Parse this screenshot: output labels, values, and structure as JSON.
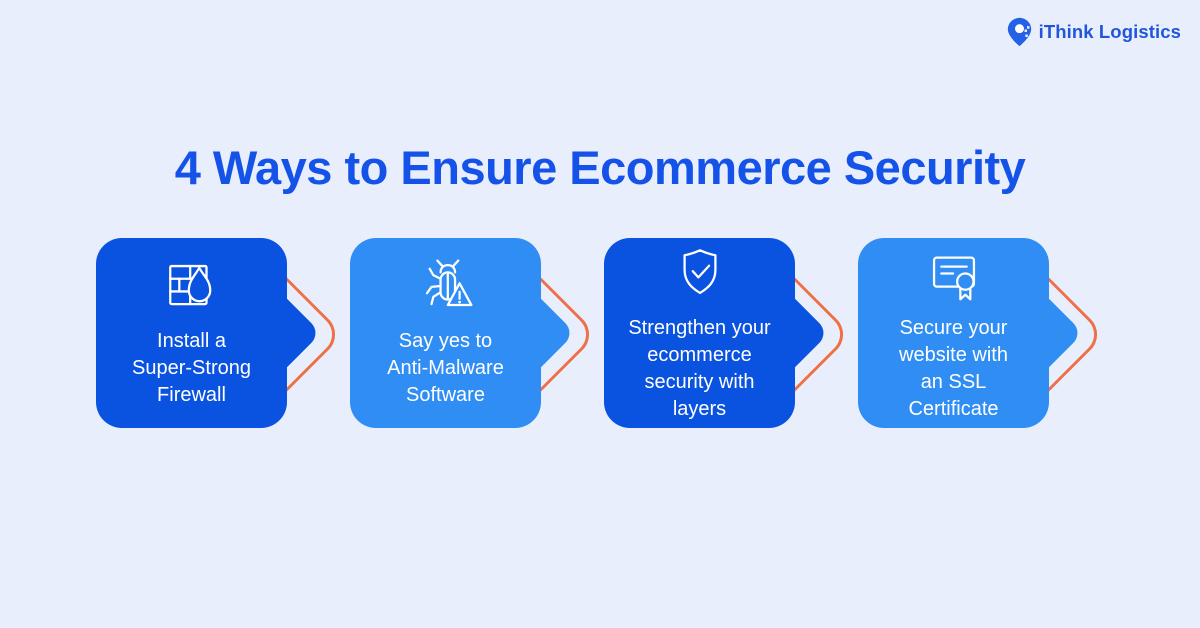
{
  "brand": {
    "name": "iThink Logistics",
    "icon": "location-pin-icon",
    "color": "#2056dd"
  },
  "title": {
    "text": "4 Ways to Ensure Ecommerce Security",
    "color": "#1553e8"
  },
  "background_color": "#e9eefc",
  "arrow_outline_color": "#ef7046",
  "cards": [
    {
      "label": "Install a\nSuper-Strong\nFirewall",
      "icon": "firewall-icon",
      "color": "#0a52e0"
    },
    {
      "label": "Say yes to\nAnti-Malware\nSoftware",
      "icon": "bug-malware-icon",
      "color": "#2f8df3"
    },
    {
      "label": "Strengthen your\necommerce\nsecurity with\nlayers",
      "icon": "shield-check-icon",
      "color": "#0a52e0"
    },
    {
      "label": "Secure your\nwebsite with\nan SSL\nCertificate",
      "icon": "ssl-certificate-icon",
      "color": "#2f8df3"
    }
  ]
}
